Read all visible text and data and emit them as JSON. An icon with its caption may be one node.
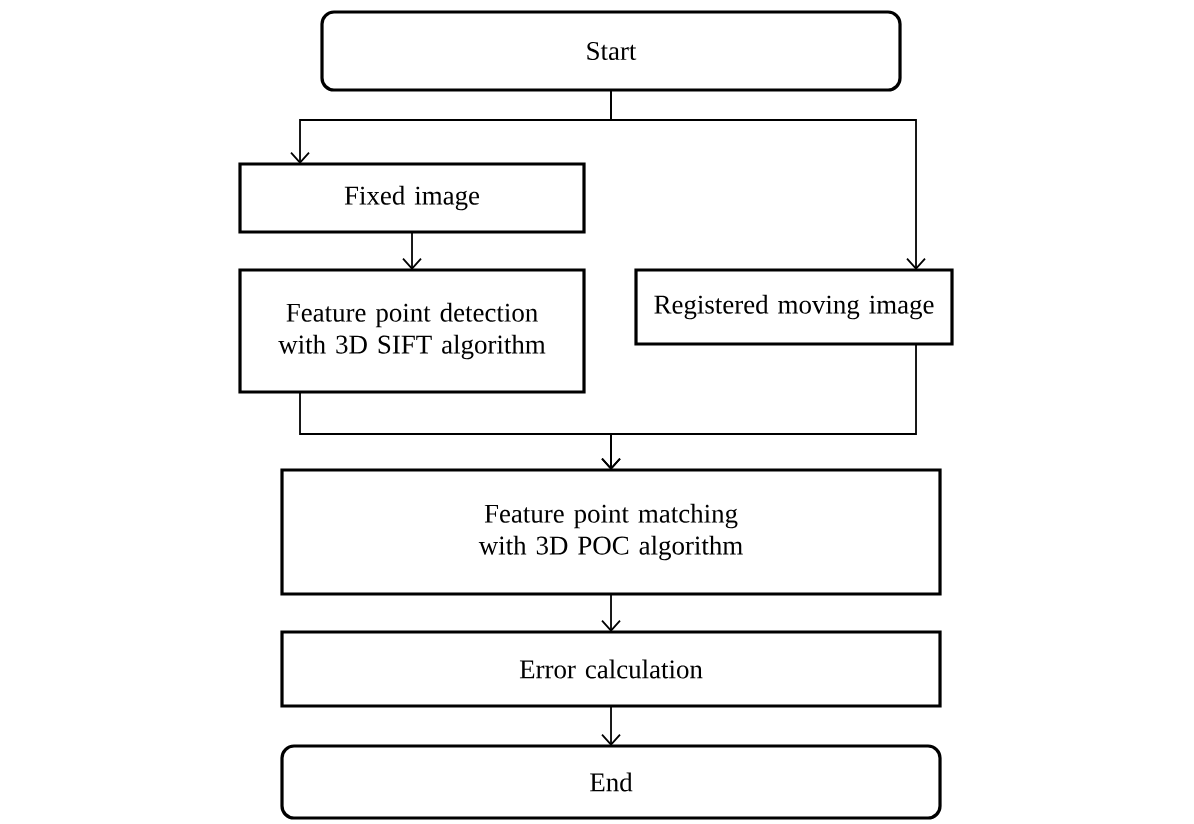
{
  "diagram": {
    "nodes": [
      {
        "text": [
          "Start"
        ]
      },
      {
        "text": [
          "Fixed image"
        ]
      },
      {
        "text": [
          "Feature point detection with 3D SIFT algorithm"
        ]
      },
      {
        "text": [
          "Registered moving image"
        ]
      },
      {
        "text": [
          "Feature point matching with 3D POC algorithm"
        ]
      },
      {
        "text": [
          "Error calculation"
        ]
      },
      {
        "text": [
          "End"
        ]
      }
    ],
    "edges": [
      {
        "from": 0,
        "to": 1,
        "arrow": "to"
      },
      {
        "from": 0,
        "to": 3,
        "arrow": "to"
      },
      {
        "from": 1,
        "to": 2,
        "arrow": "to"
      },
      {
        "from": 2,
        "to": 4,
        "arrow": "to"
      },
      {
        "from": 3,
        "to": 4,
        "arrow": "to"
      },
      {
        "from": 4,
        "to": 5,
        "arrow": "to"
      },
      {
        "from": 5,
        "to": 6,
        "arrow": "to"
      }
    ]
  }
}
